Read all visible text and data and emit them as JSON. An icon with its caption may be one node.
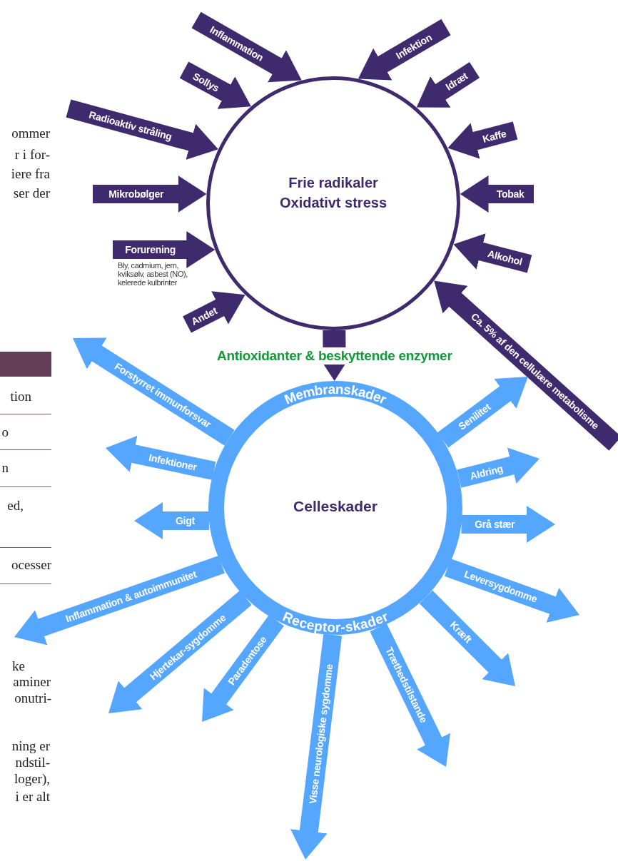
{
  "diagram": {
    "nodes": [
      {
        "text": [
          "Frie radikaler",
          "Oxidativt stress"
        ]
      },
      {
        "text": [
          "Membranskader",
          "Celleskader",
          "Receptor-skader"
        ]
      }
    ],
    "edges": [
      {
        "from": null,
        "to": 0,
        "arrow": "to",
        "label": "Inflammation",
        "color": "#3f2a6e"
      },
      {
        "from": null,
        "to": 0,
        "arrow": "to",
        "label": "Sollys",
        "color": "#3f2a6e"
      },
      {
        "from": null,
        "to": 0,
        "arrow": "to",
        "label": "Radioaktiv stråling",
        "color": "#3f2a6e"
      },
      {
        "from": null,
        "to": 0,
        "arrow": "to",
        "label": "Mikrobølger",
        "color": "#3f2a6e"
      },
      {
        "from": null,
        "to": 0,
        "arrow": "to",
        "label": "Forurening",
        "color": "#3f2a6e"
      },
      {
        "from": null,
        "to": 0,
        "arrow": "to",
        "label": "Andet",
        "color": "#3f2a6e"
      },
      {
        "from": null,
        "to": 0,
        "arrow": "to",
        "label": "Infektion",
        "color": "#3f2a6e"
      },
      {
        "from": null,
        "to": 0,
        "arrow": "to",
        "label": "Idræt",
        "color": "#3f2a6e"
      },
      {
        "from": null,
        "to": 0,
        "arrow": "to",
        "label": "Kaffe",
        "color": "#3f2a6e"
      },
      {
        "from": null,
        "to": 0,
        "arrow": "to",
        "label": "Tobak",
        "color": "#3f2a6e"
      },
      {
        "from": null,
        "to": 0,
        "arrow": "to",
        "label": "Alkohol",
        "color": "#3f2a6e"
      },
      {
        "from": null,
        "to": 0,
        "arrow": "to",
        "label": "Ca. 5% af den cellulære metabolisme",
        "color": "#3f2a6e"
      },
      {
        "from": 0,
        "to": 1,
        "arrow": "to",
        "label": "Antioxidanter & beskyttende enzymer",
        "color": "#3f2a6e"
      },
      {
        "from": 1,
        "to": null,
        "arrow": "to",
        "label": "Forstyrret immunforsvar",
        "color": "#55a6ff"
      },
      {
        "from": 1,
        "to": null,
        "arrow": "to",
        "label": "Infektioner",
        "color": "#55a6ff"
      },
      {
        "from": 1,
        "to": null,
        "arrow": "to",
        "label": "Gigt",
        "color": "#55a6ff"
      },
      {
        "from": 1,
        "to": null,
        "arrow": "to",
        "label": "Inflammation & autoimmunitet",
        "color": "#55a6ff"
      },
      {
        "from": 1,
        "to": null,
        "arrow": "to",
        "label": "Hjertekar-sygdomme",
        "color": "#55a6ff"
      },
      {
        "from": 1,
        "to": null,
        "arrow": "to",
        "label": "Paradentose",
        "color": "#55a6ff"
      },
      {
        "from": 1,
        "to": null,
        "arrow": "to",
        "label": "Visse neurologiske sygdomme",
        "color": "#55a6ff"
      },
      {
        "from": 1,
        "to": null,
        "arrow": "to",
        "label": "Træthedstilstande",
        "color": "#55a6ff"
      },
      {
        "from": 1,
        "to": null,
        "arrow": "to",
        "label": "Kræft",
        "color": "#55a6ff"
      },
      {
        "from": 1,
        "to": null,
        "arrow": "to",
        "label": "Leversygdomme",
        "color": "#55a6ff"
      },
      {
        "from": 1,
        "to": null,
        "arrow": "to",
        "label": "Grå stær",
        "color": "#55a6ff"
      },
      {
        "from": 1,
        "to": null,
        "arrow": "to",
        "label": "Aldring",
        "color": "#55a6ff"
      },
      {
        "from": 1,
        "to": null,
        "arrow": "to",
        "label": "Senilitet",
        "color": "#55a6ff"
      }
    ],
    "labels": [
      "ommer",
      "r i for-",
      "iere fra",
      "ser der",
      "Bly, cadmium, jern, kviksølv, asbest (NO), kelerede kulbrinter",
      "tion",
      "o",
      "n",
      "ed,",
      "ocesser",
      "ke",
      "aminer",
      "onutri-",
      "ning er",
      "ndstil-",
      "loger),",
      "i er alt"
    ]
  }
}
